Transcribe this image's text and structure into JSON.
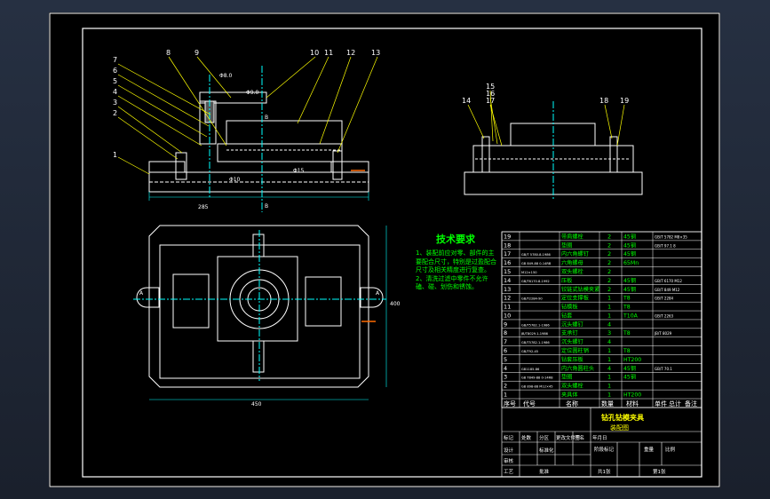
{
  "colors": {
    "background": "#000000",
    "border": "#ffffff",
    "geometry": "#ffffff",
    "dimension": "#00ffff",
    "leader": "#ffff00",
    "technical_text": "#00ff00",
    "table_text": "#00ff00",
    "title_text": "#ffff00"
  },
  "front_view": {
    "balloons": [
      "1",
      "2",
      "3",
      "4",
      "5",
      "6",
      "7",
      "8",
      "9",
      "10",
      "11",
      "12",
      "13"
    ],
    "dimensions": {
      "top_a": "Φ8.0",
      "top_b": "Φ9.0",
      "overall": "285",
      "bottom_a": "Φ10",
      "bottom_b": "Φ15",
      "height_marker_a": "B",
      "height_marker_b": "B"
    }
  },
  "side_view": {
    "balloons": [
      "14",
      "15",
      "16",
      "17",
      "18",
      "19"
    ]
  },
  "top_view": {
    "dimensions": {
      "width": "450",
      "height": "400",
      "section_left": "A",
      "section_right": "A"
    }
  },
  "tech_requirements": {
    "title": "技术要求",
    "items": [
      "1、装配前应对零、部件的主要配合尺寸，特别是过盈配合尺寸及相关精度进行复查。",
      "2、清洗过滤中零件不允许磕、碰、划伤和锈蚀。"
    ]
  },
  "parts_list": {
    "rows": [
      {
        "no": "19",
        "code": "",
        "name": "带肩螺栓",
        "qty": "2",
        "material": "45钢",
        "note": "GB/T 5782 M8×35"
      },
      {
        "no": "18",
        "code": "",
        "name": "垫圈",
        "qty": "2",
        "material": "45钢",
        "note": "GB/T 97.1 8"
      },
      {
        "no": "17",
        "code": "GB/T 5780.8-1986",
        "name": "内六角螺钉",
        "qty": "2",
        "material": "45钢",
        "note": ""
      },
      {
        "no": "16",
        "code": "GB 849-88 0-14RB",
        "name": "六角螺母",
        "qty": "2",
        "material": "65Mn",
        "note": ""
      },
      {
        "no": "15",
        "code": "M12×150",
        "name": "双头螺栓",
        "qty": "2",
        "material": "",
        "note": ""
      },
      {
        "no": "14",
        "code": "GB/T6170.8-1992",
        "name": "压板",
        "qty": "2",
        "material": "45钢",
        "note": "GB/T 6170 M12"
      },
      {
        "no": "13",
        "code": "",
        "name": "铰链式钻模夹紧",
        "qty": "2",
        "material": "45钢",
        "note": "GB/T 849 M12"
      },
      {
        "no": "12",
        "code": "GB/T2284-90",
        "name": "定位支撑板",
        "qty": "1",
        "material": "T8",
        "note": "GB/T 2284"
      },
      {
        "no": "11",
        "code": "",
        "name": "钻模板",
        "qty": "1",
        "material": "T8",
        "note": ""
      },
      {
        "no": "10",
        "code": "",
        "name": "钻套",
        "qty": "1",
        "material": "T10A",
        "note": "GB/T 2263"
      },
      {
        "no": "9",
        "code": "GB/T5782.1-1986",
        "name": "沉头螺钉",
        "qty": "4",
        "material": "",
        "note": ""
      },
      {
        "no": "8",
        "code": "JB/T8029.1-1986",
        "name": "支承钉",
        "qty": "3",
        "material": "T8",
        "note": "JB/T 8029"
      },
      {
        "no": "7",
        "code": "GB/T5782.1-1986",
        "name": "沉头螺钉",
        "qty": "4",
        "material": "",
        "note": ""
      },
      {
        "no": "6",
        "code": "GB/T92-45",
        "name": "定位圆柱销",
        "qty": "1",
        "material": "T8",
        "note": ""
      },
      {
        "no": "5",
        "code": "",
        "name": "钻套压板",
        "qty": "1",
        "material": "HT200",
        "note": ""
      },
      {
        "no": "4",
        "code": "GB1185-86",
        "name": "内六角圆柱头",
        "qty": "4",
        "material": "45钢",
        "note": "GB/T 70.1"
      },
      {
        "no": "3",
        "code": "GB T849-88 0-14RB",
        "name": "垫圈",
        "qty": "1",
        "material": "45钢",
        "note": ""
      },
      {
        "no": "2",
        "code": "GB 898-88 M12×45",
        "name": "双头螺栓",
        "qty": "1",
        "material": "",
        "note": ""
      },
      {
        "no": "1",
        "code": "",
        "name": "夹具体",
        "qty": "1",
        "material": "HT200",
        "note": ""
      }
    ],
    "header": {
      "no": "序号",
      "code": "代号",
      "name": "名称",
      "qty": "数量",
      "material": "材料",
      "mass": "单件",
      "total": "总计",
      "note": "备注"
    }
  },
  "title_block": {
    "title_line1": "钻孔钻模夹具",
    "title_line2": "装配图",
    "cells": {
      "mark": "标记",
      "count": "处数",
      "zone": "分区",
      "change_doc": "更改文件号",
      "signature": "签名",
      "date": "年月日",
      "design": "设计",
      "standardize": "标准化",
      "stage_mark": "阶段标记",
      "weight": "重量",
      "scale": "比例",
      "review": "审核",
      "process": "工艺",
      "approve": "批准",
      "total_sheets": "共1张",
      "sheet_no": "第1张"
    }
  }
}
